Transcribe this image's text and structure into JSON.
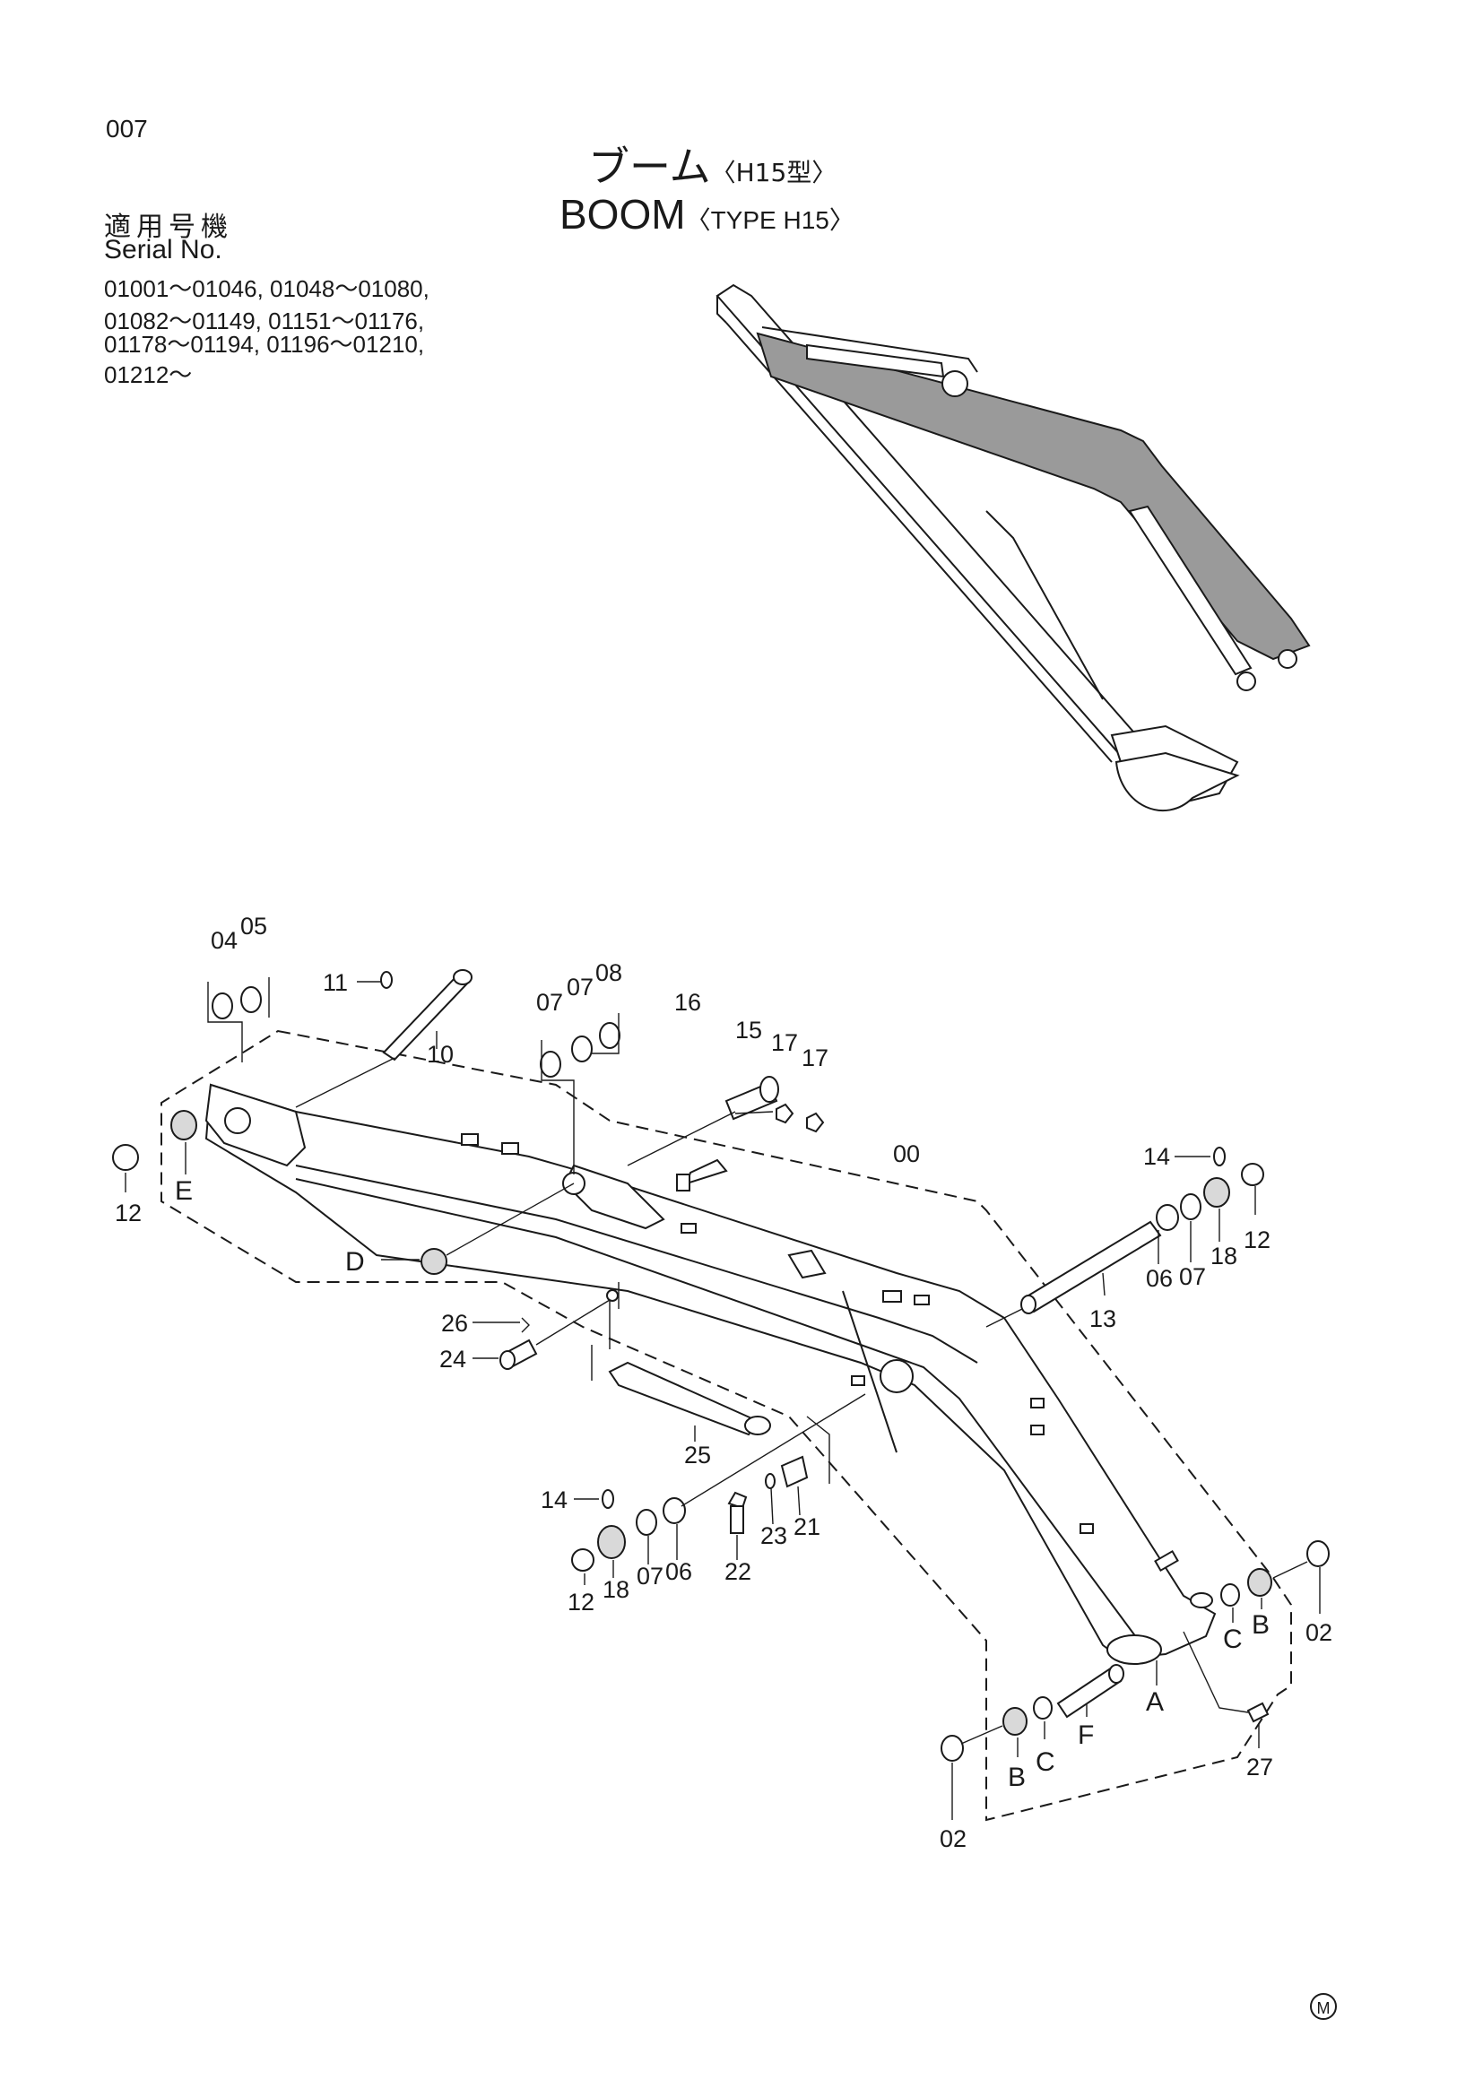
{
  "page_number": "007",
  "title_jp": "ブーム",
  "title_jp_type": "〈H15型〉",
  "title_en": "BOOM",
  "title_en_type": "〈TYPE H15〉",
  "serial_label_jp": "適用号機",
  "serial_label_en": "Serial No.",
  "serial_ranges": [
    "01001～01046, 01048～01080,",
    "01082～01149, 01151～01176,",
    "01178～01194, 01196～01210,",
    "01212～"
  ],
  "callouts": {
    "c04": "04",
    "c05": "05",
    "c11": "11",
    "c10": "10",
    "c07a": "07",
    "c07b": "07",
    "c08": "08",
    "c16": "16",
    "c15": "15",
    "c17a": "17",
    "c17b": "17",
    "c00": "00",
    "c14a": "14",
    "c06a": "06",
    "c07c": "07",
    "c18a": "18",
    "c12a": "12",
    "c12b": "12",
    "cE": "E",
    "cD": "D",
    "c13": "13",
    "c26": "26",
    "c24": "24",
    "c25": "25",
    "c14b": "14",
    "c12c": "12",
    "c18b": "18",
    "c07d": "07",
    "c06b": "06",
    "c22": "22",
    "c23": "23",
    "c21": "21",
    "cC1": "C",
    "cB1": "B",
    "c02a": "02",
    "cA": "A",
    "c27": "27",
    "c02b": "02",
    "cB2": "B",
    "cC2": "C",
    "cF": "F"
  },
  "maker_mark": "M"
}
